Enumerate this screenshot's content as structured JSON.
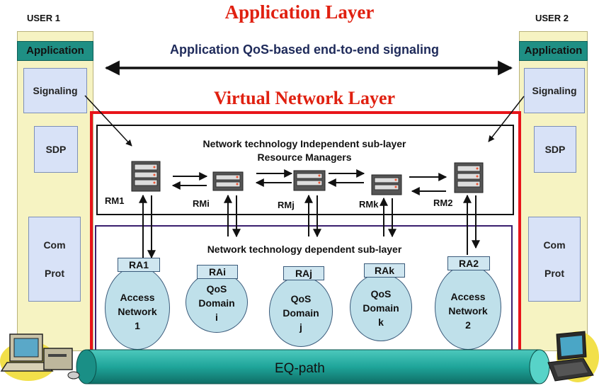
{
  "title": "Application Layer",
  "virtual_layer_title": "Virtual Network Layer",
  "signaling_text": "Application QoS-based end-to-end signaling",
  "users": [
    {
      "label": "USER 1",
      "application": "Application",
      "signaling": "Signaling",
      "sdp": "SDP",
      "com": "Com",
      "prot": "Prot"
    },
    {
      "label": "USER 2",
      "application": "Application",
      "signaling": "Signaling",
      "sdp": "SDP",
      "com": "Com",
      "prot": "Prot"
    }
  ],
  "independent_layer": {
    "line1": "Network technology Independent sub-layer",
    "line2": "Resource Managers"
  },
  "dependent_layer": "Network technology dependent sub-layer",
  "resource_managers": [
    "RM1",
    "RMi",
    "RMj",
    "RMk",
    "RM2"
  ],
  "domains": [
    {
      "ra": "RA1",
      "lines": [
        "Access",
        "Network",
        "1"
      ]
    },
    {
      "ra": "RAi",
      "lines": [
        "QoS",
        "Domain",
        "i"
      ]
    },
    {
      "ra": "RAj",
      "lines": [
        "QoS",
        "Domain",
        "j"
      ]
    },
    {
      "ra": "RAk",
      "lines": [
        "QoS",
        "Domain",
        "k"
      ]
    },
    {
      "ra": "RA2",
      "lines": [
        "Access",
        "Network",
        "2"
      ]
    }
  ],
  "eq_path": "EQ-path",
  "icons": [
    "server-icon",
    "desktop-computer-icon",
    "laptop-computer-icon"
  ],
  "colors": {
    "red": "#e8141a",
    "title_red": "#e02010",
    "teal": "#1f8f84",
    "ellipse": "#bfe0ea",
    "column": "#f6f3c2",
    "pipe": "#1fa59a"
  }
}
